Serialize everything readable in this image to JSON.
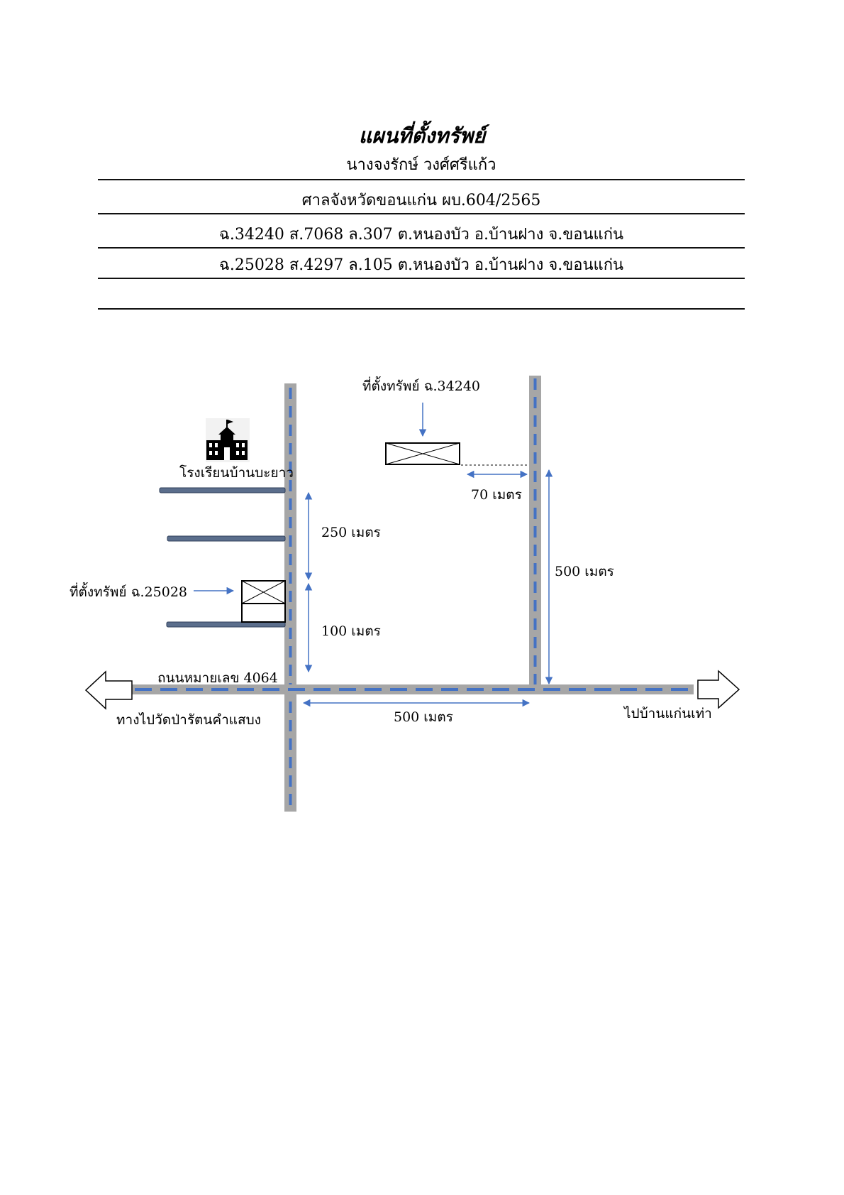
{
  "header": {
    "title": "แผนที่ตั้งทรัพย์",
    "owner": "นางจงรักษ์ วงศ์ศรีแก้ว",
    "court_case": "ศาลจังหวัดขอนแก่น ผบ.604/2565",
    "deed_1": "ฉ.34240 ส.7068 ล.307 ต.หนองบัว อ.บ้านฝาง จ.ขอนแก่น",
    "deed_2": "ฉ.25028 ส.4297 ล.105 ต.หนองบัว อ.บ้านฝาง จ.ขอนแก่น"
  },
  "map": {
    "school_label": "โรงเรียนบ้านบะยาว",
    "property_a_label": "ที่ตั้งทรัพย์ ฉ.34240",
    "property_b_label": "ที่ตั้งทรัพย์ ฉ.25028",
    "road_label": "ถนนหมายเลข 4064",
    "west_direction": "ทางไปวัดป่ารัตนคำแสบง",
    "east_direction": "ไปบ้านแก่นเท่า",
    "dist_70": "70 เมตร",
    "dist_250": "250 เมตร",
    "dist_100": "100 เมตร",
    "dist_500_vertical": "500 เมตร",
    "dist_500_horizontal": "500 เมตร",
    "colors": {
      "road": "#a6a6a6",
      "dash": "#4472c4",
      "arrow": "#4472c4",
      "lane": "#5b6e8c"
    },
    "icons": [
      "school-icon",
      "west-arrow-icon",
      "east-arrow-icon"
    ]
  }
}
